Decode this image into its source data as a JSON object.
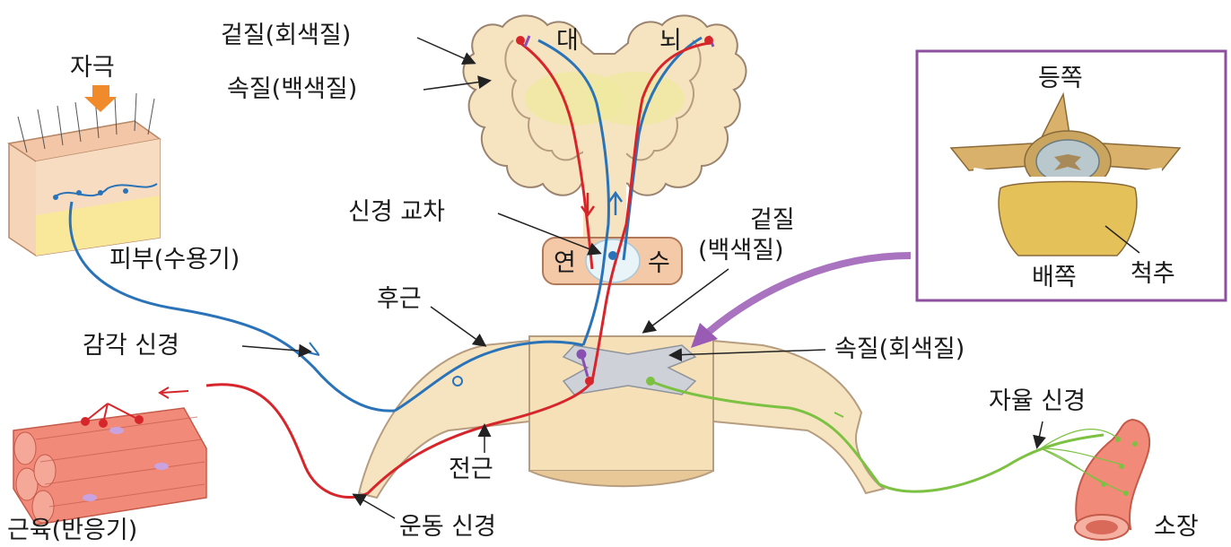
{
  "labels": {
    "stimulus": "자극",
    "skin_receptor": "피부(수용기)",
    "sensory_nerve": "감각 신경",
    "muscle_effector": "근육(반응기)",
    "motor_nerve": "운동 신경",
    "cortex_gray": "겉질(회색질)",
    "medulla_white": "속질(백색질)",
    "brain_left": "대",
    "brain_right": "뇌",
    "decussation": "신경 교차",
    "medulla_oblongata_left": "연",
    "medulla_oblongata_right": "수",
    "dorsal_root": "후근",
    "ventral_root": "전근",
    "spinal_cortex_line1": "겉질",
    "spinal_cortex_line2": "(백색질)",
    "spinal_medulla": "속질(회색질)",
    "autonomic_nerve": "자율 신경",
    "small_intestine": "소장"
  },
  "inset": {
    "dorsal": "등쪽",
    "ventral": "배쪽",
    "vertebra": "척추"
  },
  "colors": {
    "sensory": "#2a73b8",
    "motor": "#d7262b",
    "autonomic": "#7cc142",
    "interneuron": "#8a4fb3",
    "tissue": "#f7e3c0",
    "inset_border": "#8e4fa0"
  }
}
